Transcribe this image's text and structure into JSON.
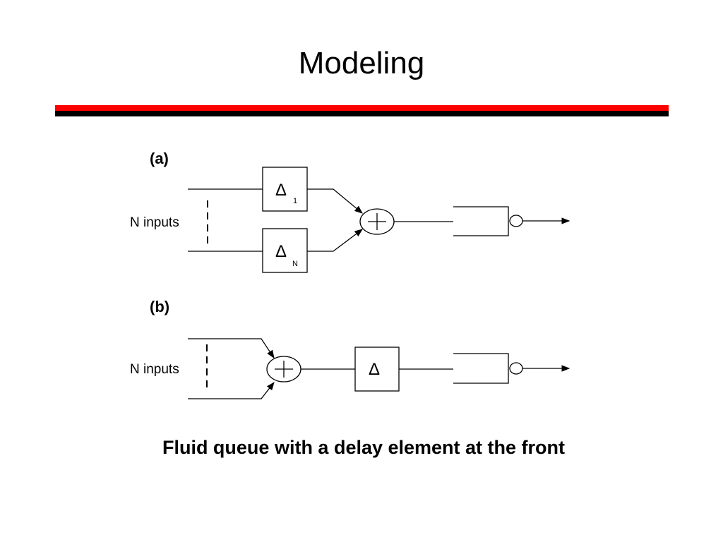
{
  "slide": {
    "title": "Modeling",
    "caption": "Fluid queue with a delay element at the front"
  },
  "diagram": {
    "panel_a": {
      "label": "(a)",
      "inputs_label": "N inputs",
      "delay_1": {
        "symbol": "Δ",
        "subscript": "1"
      },
      "delay_n": {
        "symbol": "Δ",
        "subscript": "N"
      },
      "adder_symbol": "+"
    },
    "panel_b": {
      "label": "(b)",
      "inputs_label": "N inputs",
      "delay": {
        "symbol": "Δ"
      },
      "adder_symbol": "+"
    }
  },
  "colors": {
    "rule_red": "#ff0000",
    "rule_black": "#000000",
    "text": "#000000",
    "background": "#ffffff"
  }
}
